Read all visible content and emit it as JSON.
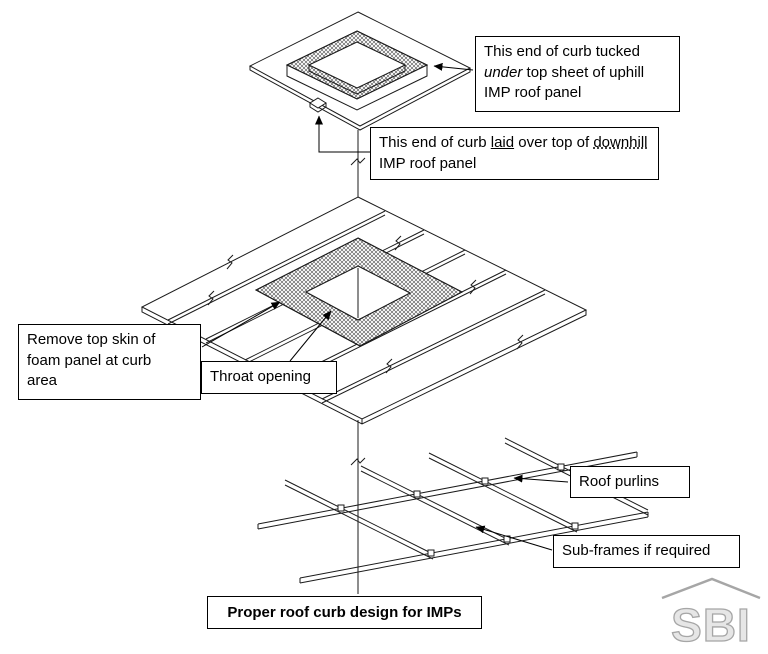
{
  "diagram_title": "Proper roof curb design for IMPs",
  "callouts": {
    "curb_tucked": {
      "pre": "This end of curb tucked ",
      "emphasis": "under",
      "post": " top sheet of uphill IMP roof panel"
    },
    "curb_laid": {
      "seg1": "This end of curb ",
      "underlined": "laid",
      "seg2": " over top of ",
      "dotted": "downhill",
      "seg3": " IMP roof panel"
    },
    "remove_top_skin": "Remove top skin of foam panel at curb area",
    "throat_opening": "Throat opening",
    "roof_purlins": "Roof purlins",
    "sub_frames": "Sub-frames if required"
  },
  "logo": {
    "text": "SBI"
  },
  "colors": {
    "line": "#1b1b1b",
    "border": "#000000",
    "logo_gray": "#a6a6a6"
  }
}
